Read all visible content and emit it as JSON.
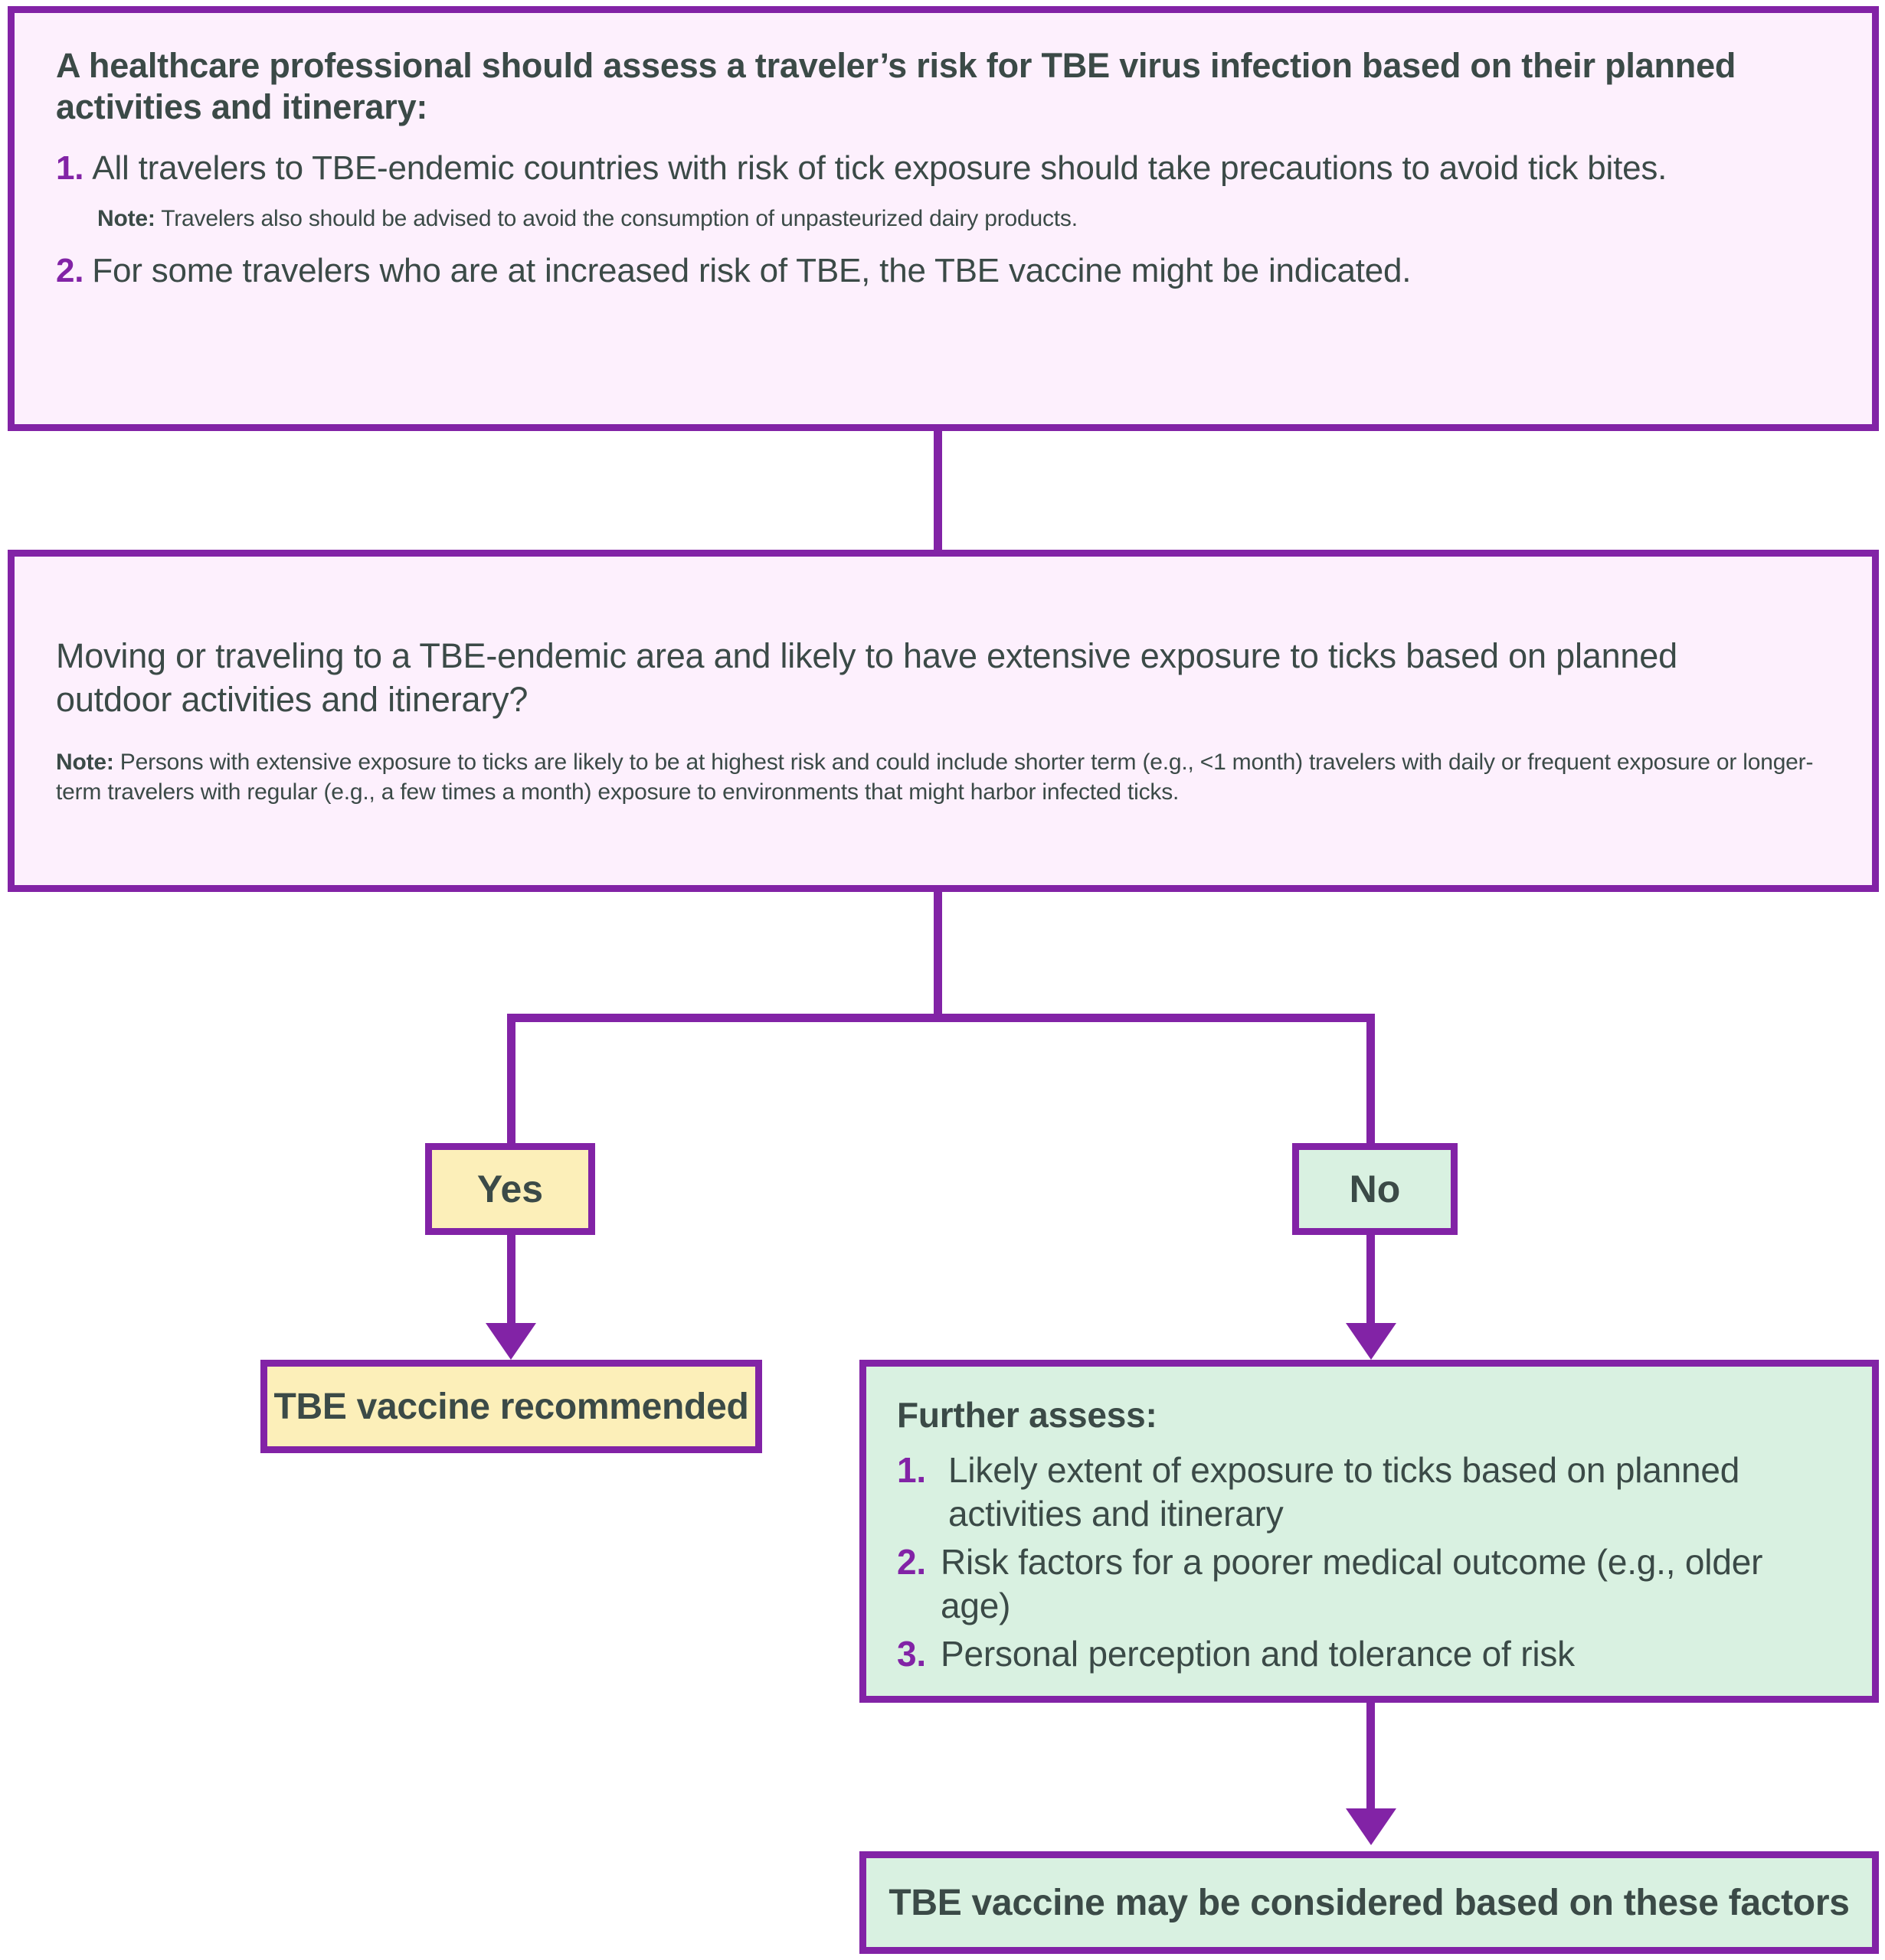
{
  "intro": {
    "heading": "A healthcare professional should assess a traveler’s risk for TBE virus infection based on their planned activities and itinerary:",
    "items": [
      {
        "num": "1.",
        "text": "All travelers to TBE-endemic countries with risk of tick exposure should take precautions to avoid tick  bites."
      },
      {
        "num": "2.",
        "text": "For some travelers who are at increased risk of TBE, the TBE vaccine might be indicated."
      }
    ],
    "note_label": "Note:",
    "note_text": " Travelers also should be advised to avoid the consumption of unpasteurized dairy products."
  },
  "question": {
    "text": "Moving or traveling to a TBE-endemic area and likely to have extensive exposure to ticks based on planned outdoor activities and itinerary?",
    "note_label": "Note:",
    "note_text": " Persons with extensive exposure to ticks are likely to be at highest risk and could include shorter term (e.g., <1 month) travelers with daily or frequent exposure or longer-term travelers with regular (e.g., a few times a month) exposure to environments that might harbor infected ticks."
  },
  "branches": {
    "yes_label": "Yes",
    "no_label": "No"
  },
  "outcomes": {
    "vaccine_recommended": "TBE vaccine recommended",
    "further_assess_heading": "Further assess:",
    "further_assess_items": [
      {
        "num": "1.",
        "text": "Likely extent of exposure to ticks based on planned activities and itinerary"
      },
      {
        "num": "2.",
        "text": "Risk factors for a poorer medical outcome (e.g., older age)"
      },
      {
        "num": "3.",
        "text": "Personal perception and tolerance of risk"
      }
    ],
    "vaccine_considered": "TBE vaccine may be considered based on these factors"
  },
  "colors": {
    "border_purple": "#8223a6",
    "accent_purple": "#8223a6",
    "text_slate": "#3b4a47",
    "fill_pink": "#fdf0fd",
    "fill_yellow": "#fcefb9",
    "fill_green": "#d9f1e1"
  }
}
